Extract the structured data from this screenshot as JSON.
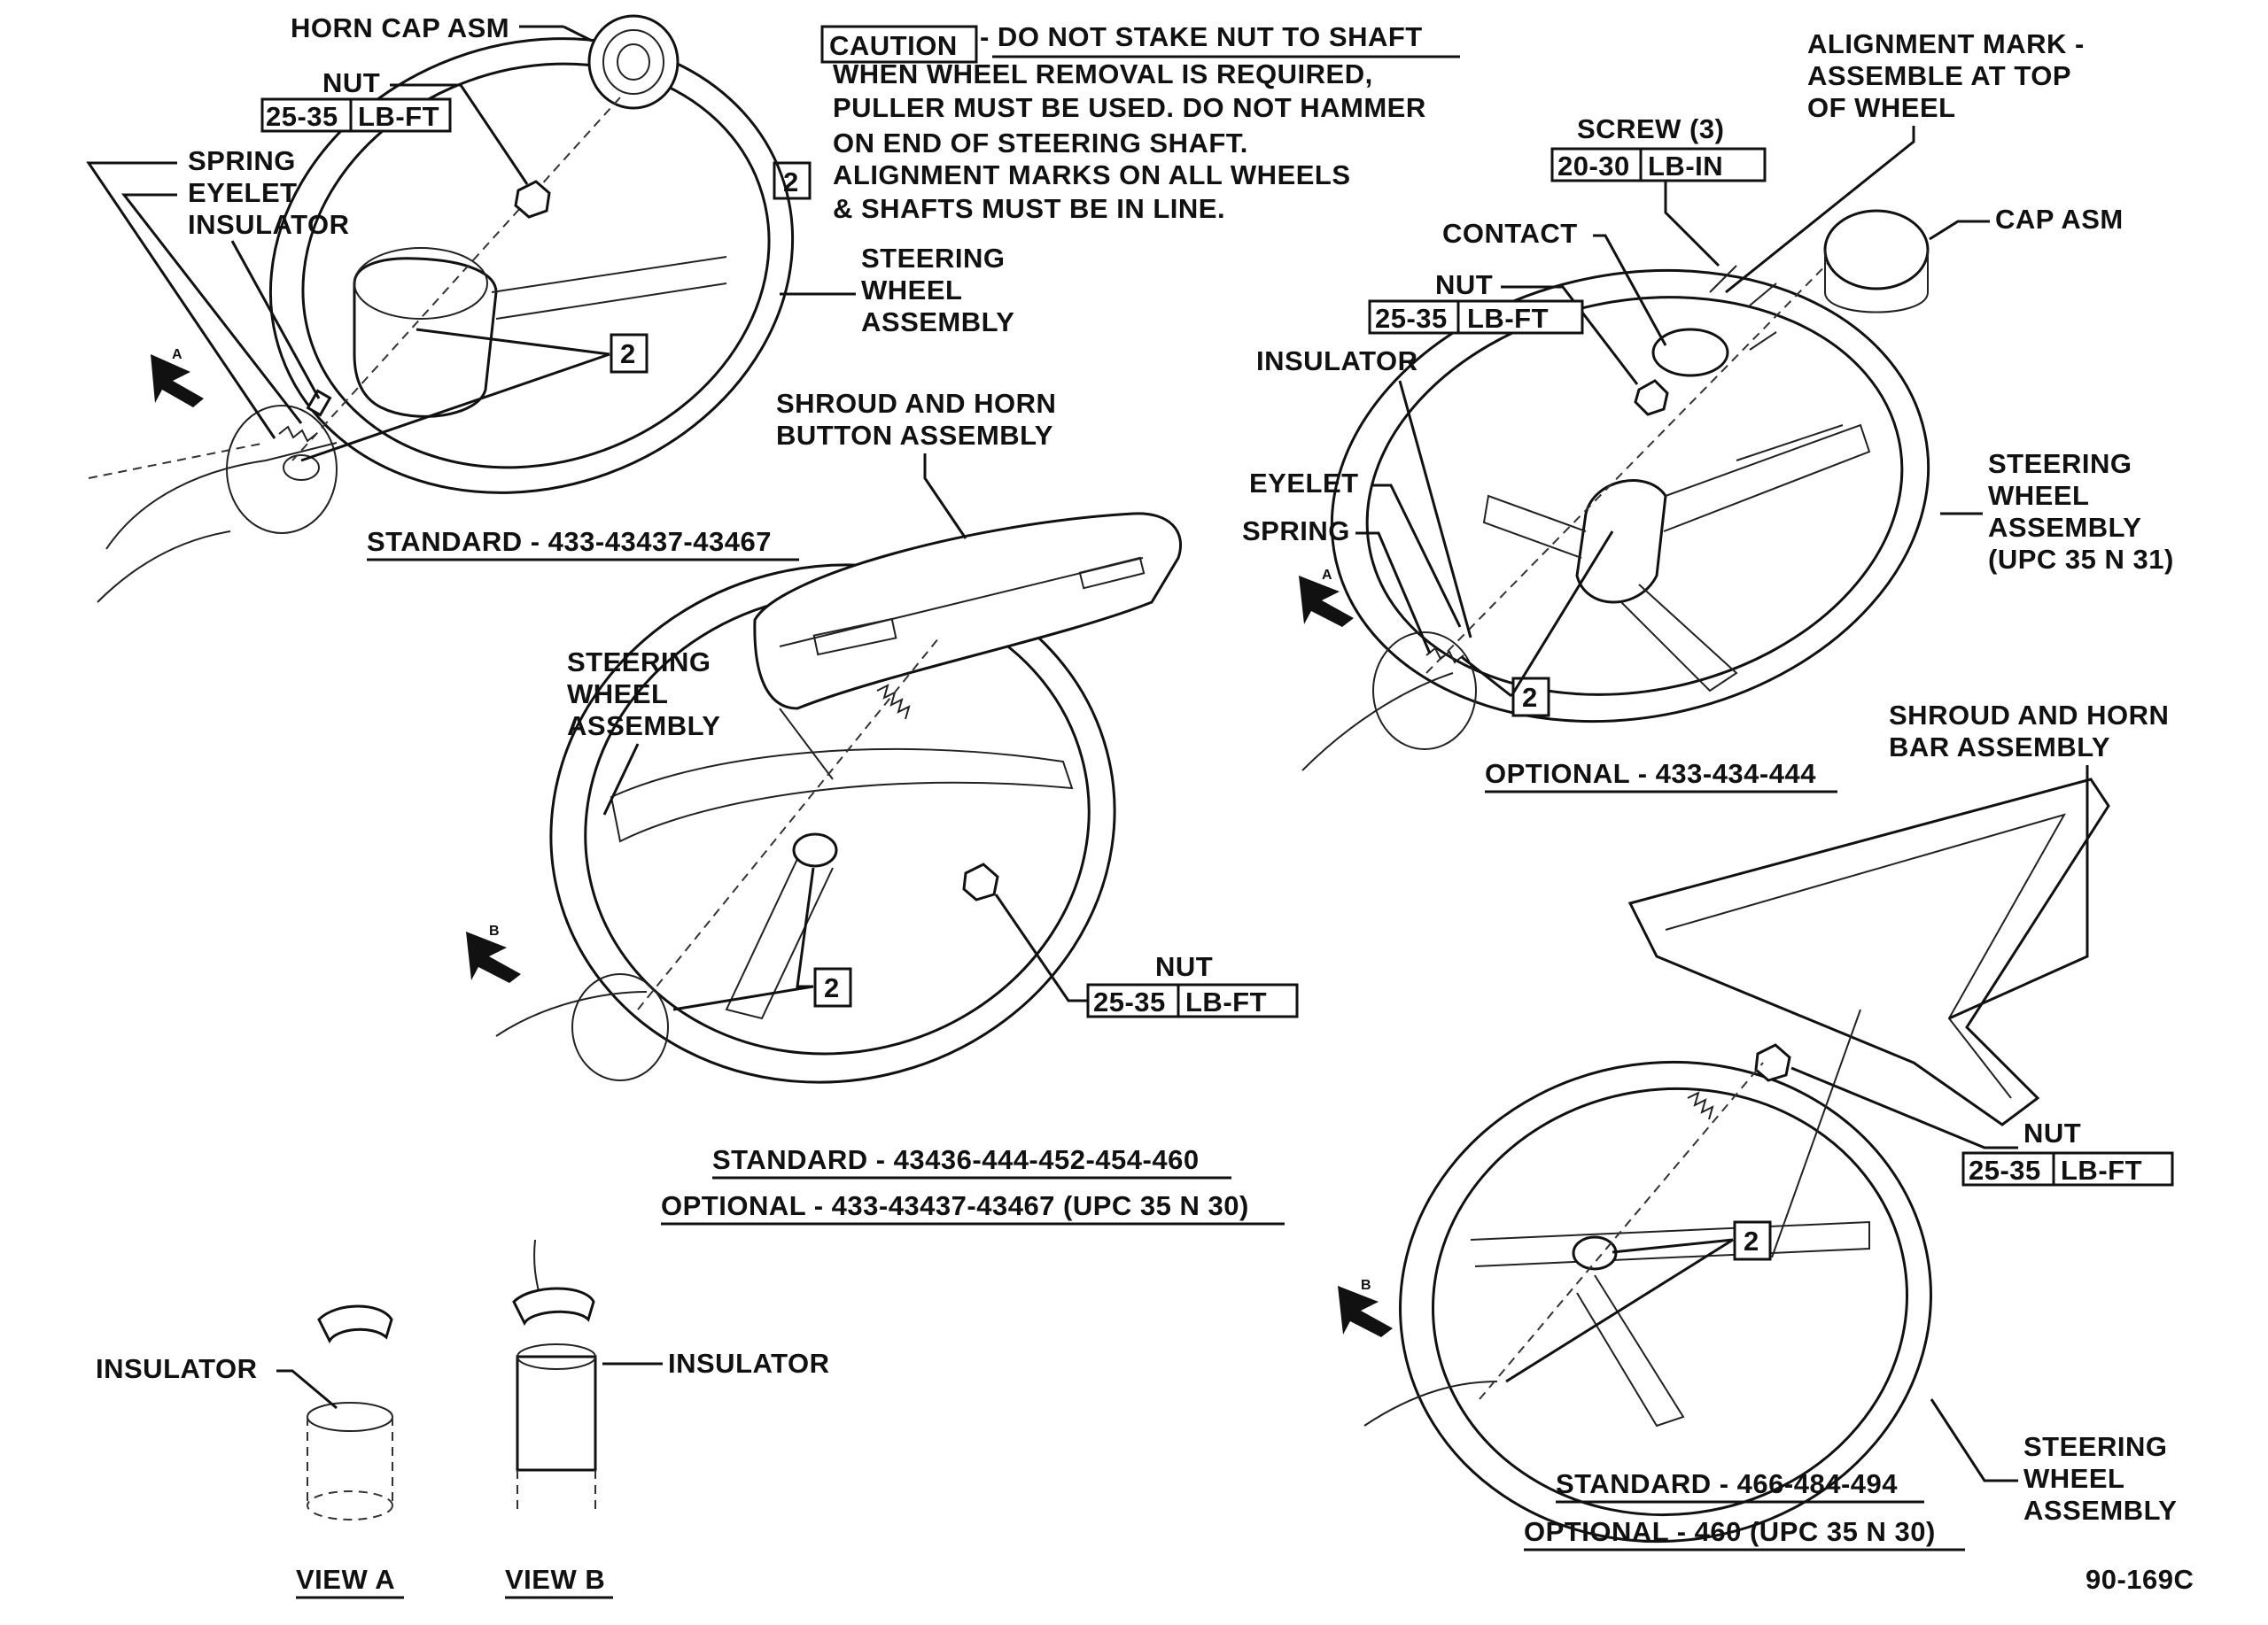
{
  "caution": {
    "tag": "CAUTION",
    "line1": "- DO NOT STAKE NUT TO SHAFT",
    "line2": "WHEN WHEEL REMOVAL IS REQUIRED,",
    "line3": "PULLER MUST BE USED.  DO NOT HAMMER",
    "line4": "ON END OF STEERING SHAFT.",
    "note_number": "2",
    "line5": "ALIGNMENT MARKS ON ALL WHEELS",
    "line6": "& SHAFTS MUST BE IN LINE."
  },
  "torque": {
    "nut_range": "25-35",
    "nut_unit": "LB-FT",
    "screw_range": "20-30",
    "screw_unit": "LB-IN"
  },
  "callout_number": "2",
  "view_arrows": {
    "a": "A",
    "b": "B"
  },
  "labels": {
    "horn_cap": "HORN CAP ASM",
    "nut": "NUT",
    "spring": "SPRING",
    "eyelet": "EYELET",
    "insulator": "INSULATOR",
    "steering": "STEERING",
    "wheel": "WHEEL",
    "assembly": "ASSEMBLY",
    "shroud_horn_button_1": "SHROUD AND HORN",
    "shroud_horn_button_2": "BUTTON ASSEMBLY",
    "shroud_horn_bar_1": "SHROUD AND HORN",
    "shroud_horn_bar_2": "BAR ASSEMBLY",
    "alignment_1": "ALIGNMENT MARK -",
    "alignment_2": "ASSEMBLE AT TOP",
    "alignment_3": "OF WHEEL",
    "screw": "SCREW (3)",
    "contact": "CONTACT",
    "cap_asm": "CAP ASM",
    "upc_31": "(UPC 35 N 31)"
  },
  "captions": {
    "standard_1": "STANDARD - 433-43437-43467",
    "optional_1": "OPTIONAL - 433-434-444",
    "standard_2": "STANDARD - 43436-444-452-454-460",
    "optional_2": "OPTIONAL - 433-43437-43467 (UPC 35 N 30)",
    "standard_3": "STANDARD - 466-484-494",
    "optional_3": "OPTIONAL - 460 (UPC 35 N 30)",
    "view_a": "VIEW A",
    "view_b": "VIEW B",
    "figure_id": "90-169C"
  }
}
